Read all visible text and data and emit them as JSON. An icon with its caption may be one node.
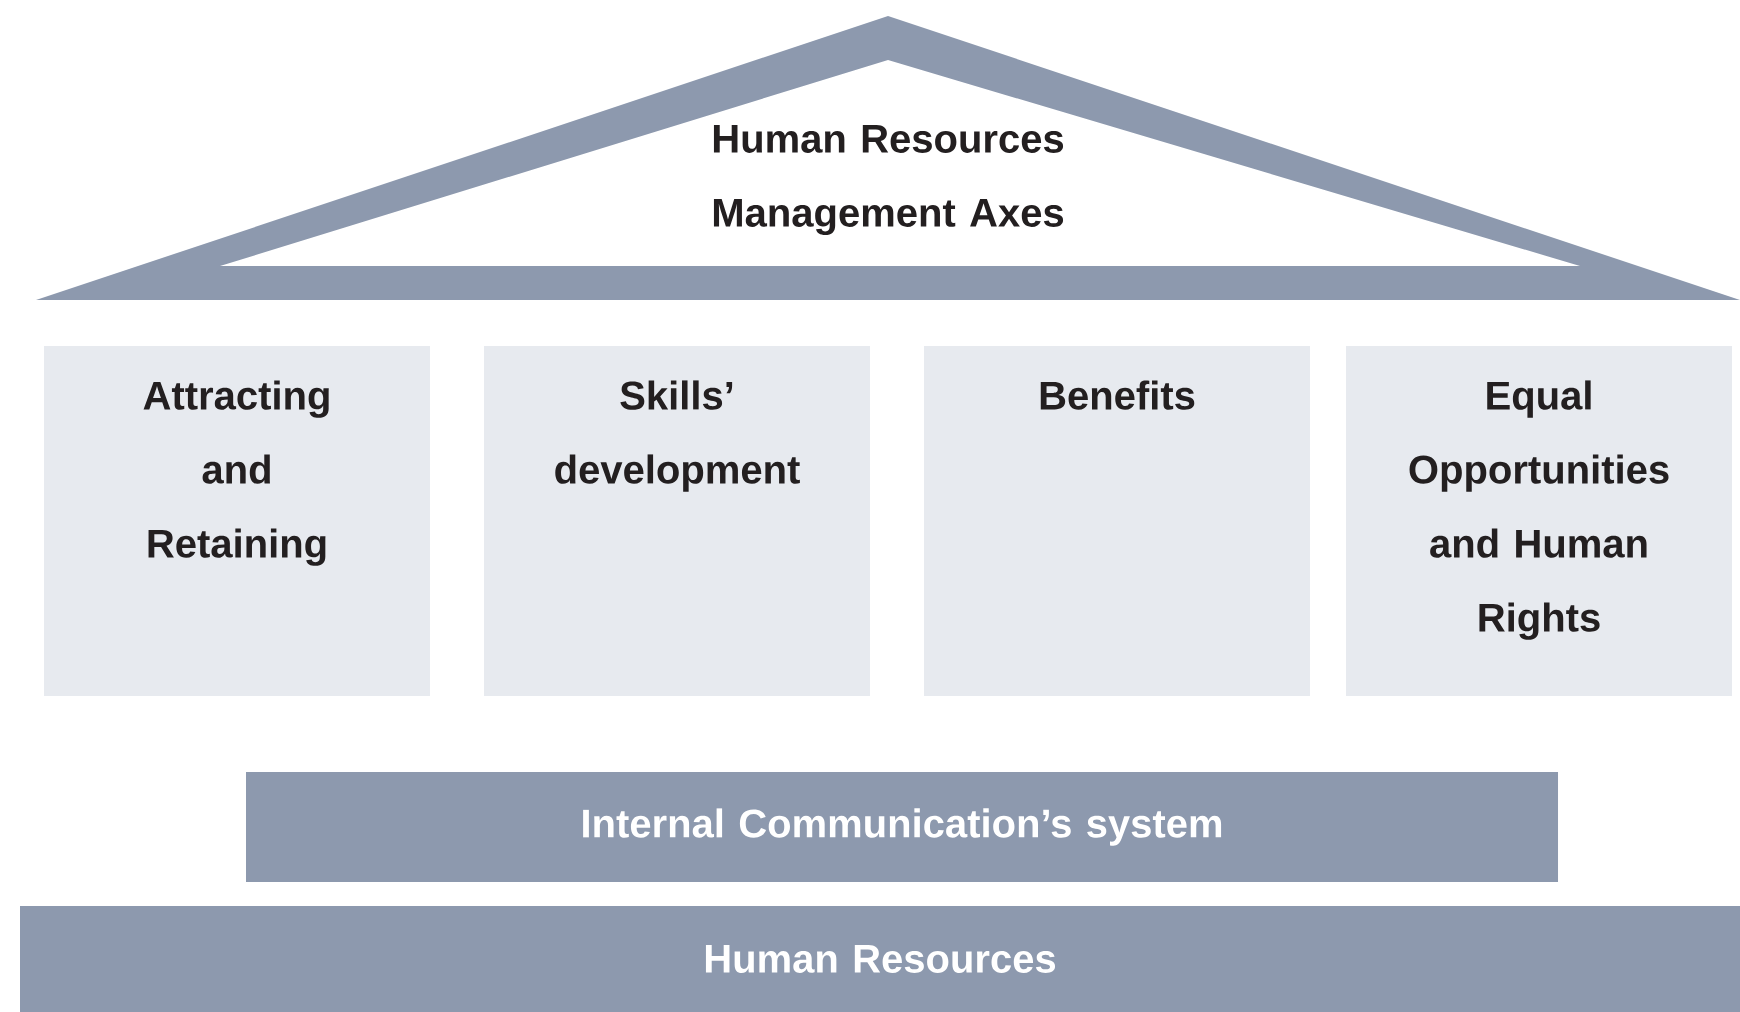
{
  "diagram": {
    "nodes": [
      {
        "text": [
          "Human Resources Management Axes"
        ]
      },
      {
        "text": [
          "Attracting and Retaining"
        ]
      },
      {
        "text": [
          "Skills’ development"
        ]
      },
      {
        "text": [
          "Benefits"
        ]
      },
      {
        "text": [
          "Equal Opportunities and Human Rights"
        ]
      },
      {
        "text": [
          "Internal Communication’s system"
        ]
      },
      {
        "text": [
          "Human Resources"
        ]
      }
    ]
  }
}
